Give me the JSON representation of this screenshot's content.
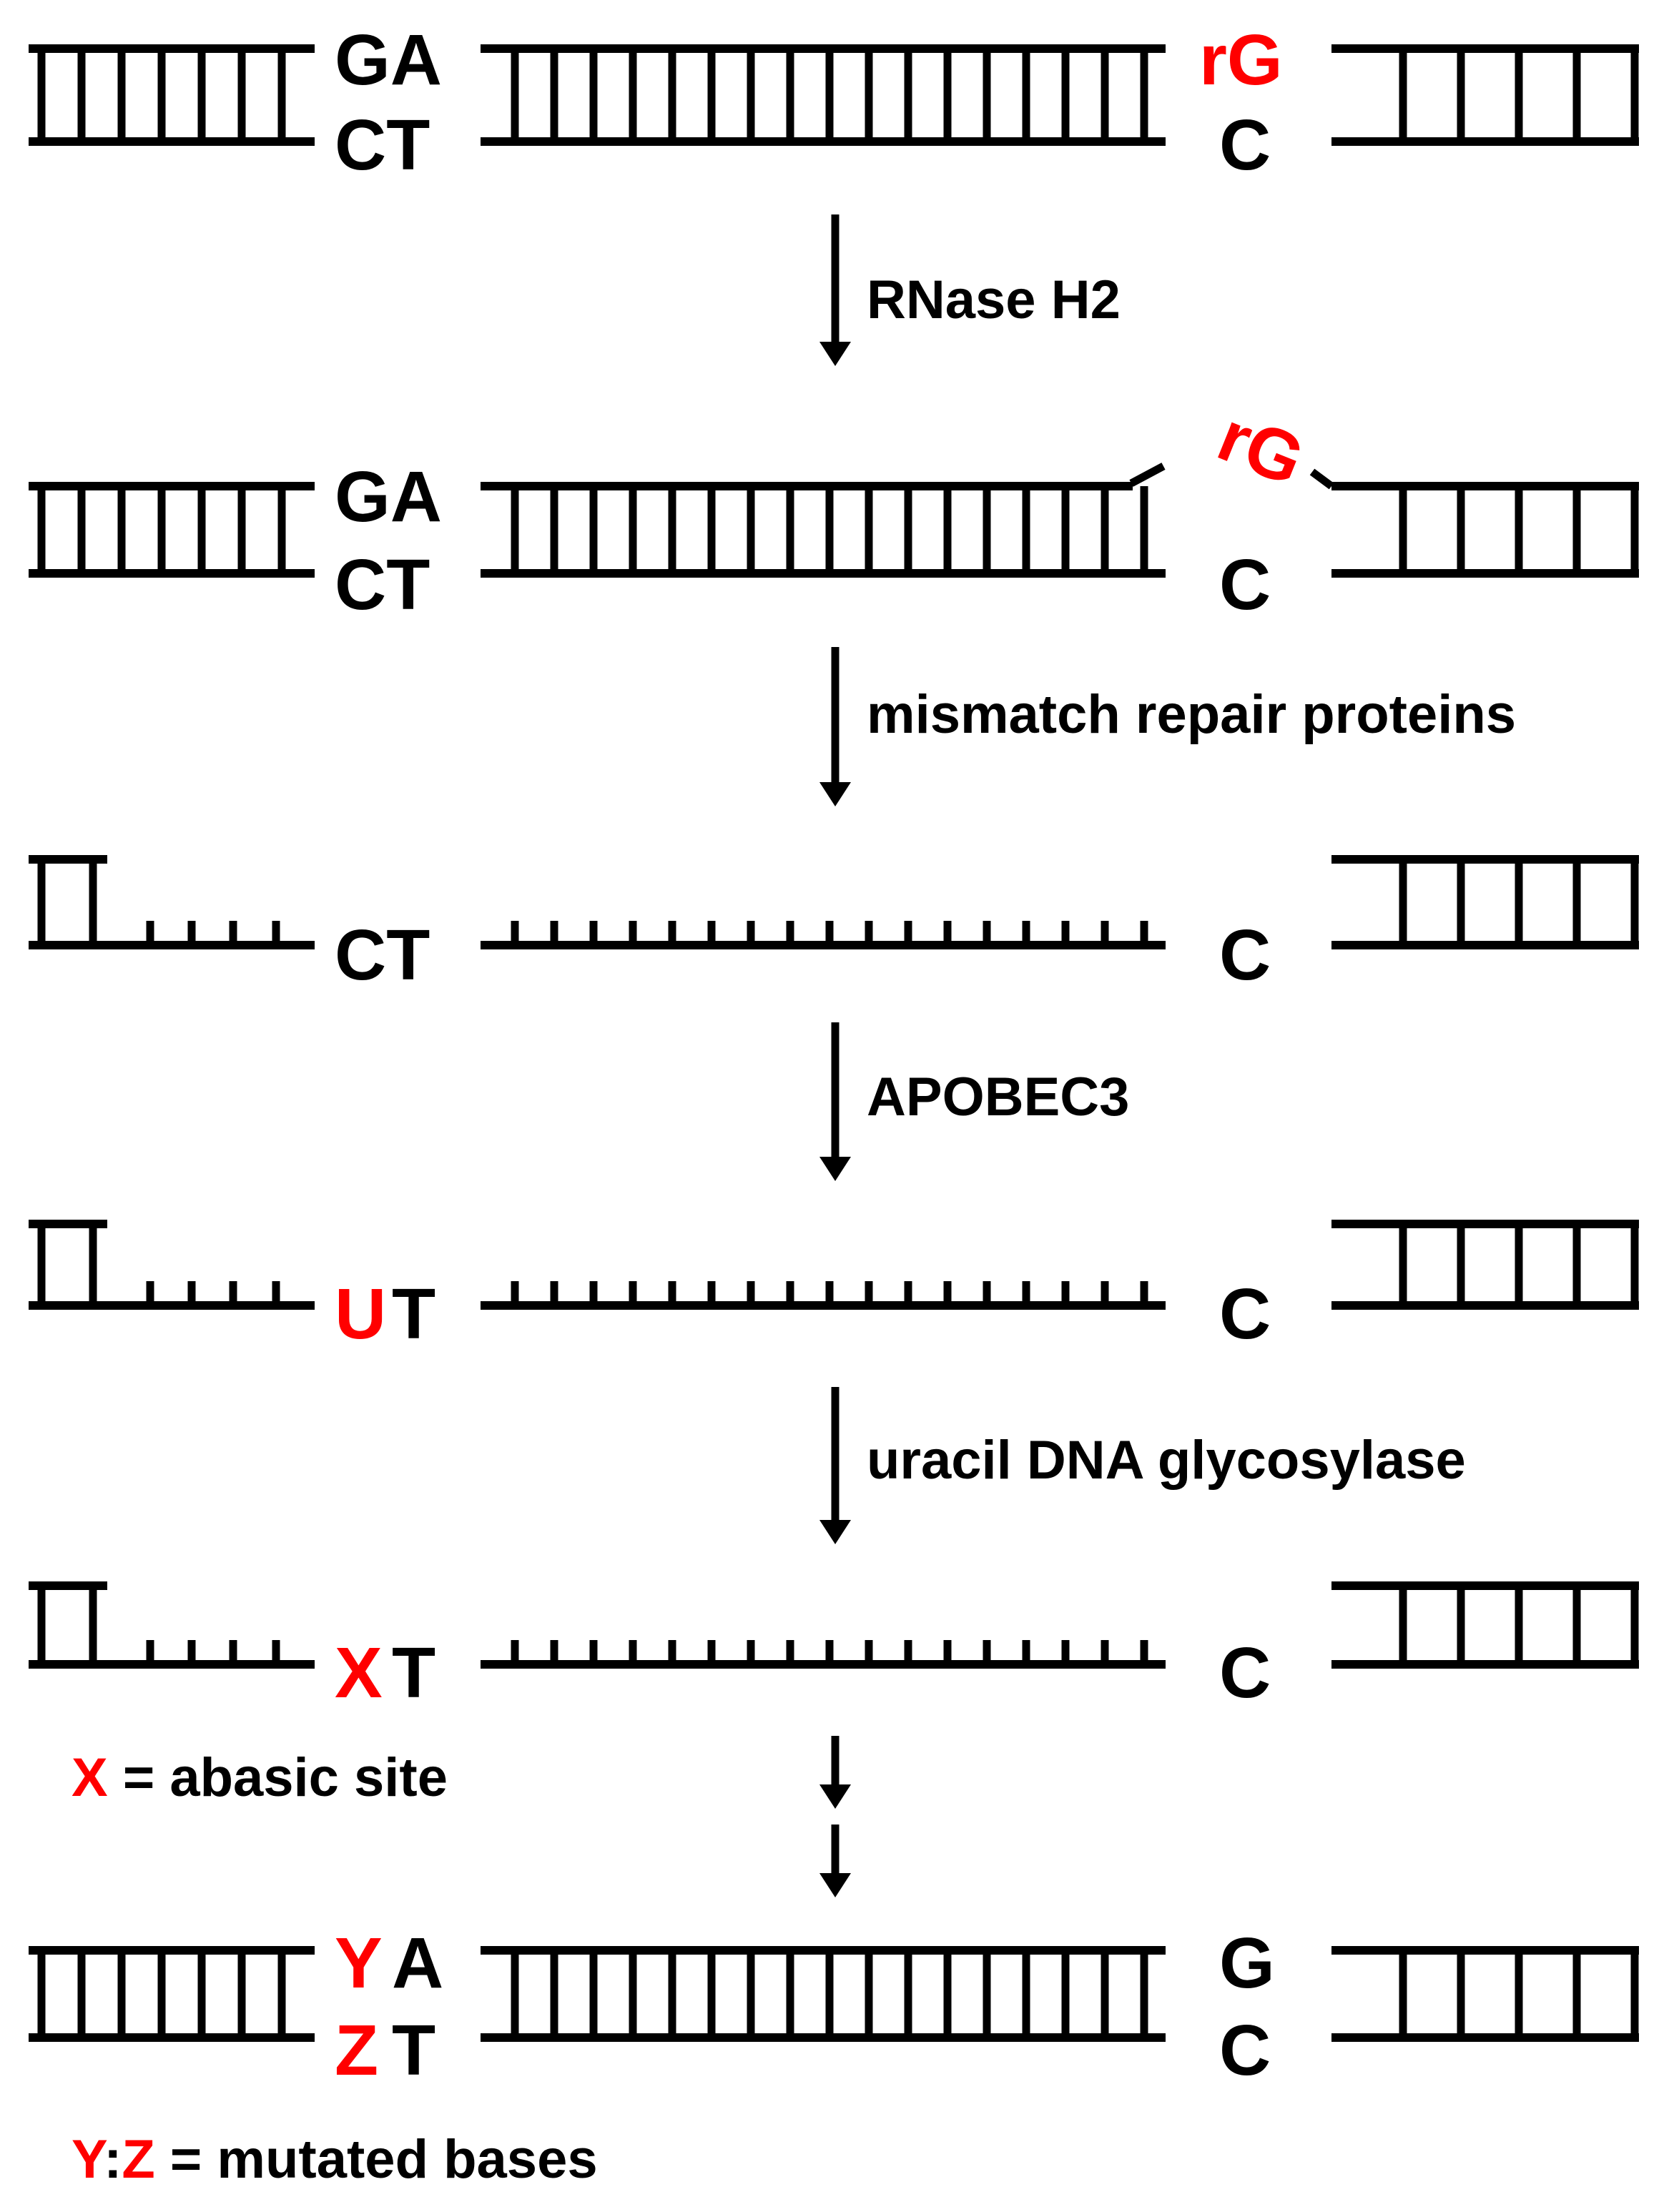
{
  "colors": {
    "ink": "#000000",
    "highlight": "#ff0000"
  },
  "stages": [
    {
      "id": "initial",
      "left_bases": [
        {
          "text": "GA",
          "strand": "top",
          "color": "ink"
        },
        {
          "text": "CT",
          "strand": "bottom",
          "color": "ink"
        }
      ],
      "right_bases": [
        {
          "text": "rG",
          "strand": "top",
          "color": "highlight"
        },
        {
          "text": "C",
          "strand": "bottom",
          "color": "ink"
        }
      ]
    },
    {
      "id": "nicked",
      "left_bases": [
        {
          "text": "GA",
          "strand": "top",
          "color": "ink"
        },
        {
          "text": "CT",
          "strand": "bottom",
          "color": "ink"
        }
      ],
      "right_bases": [
        {
          "text": "rG",
          "strand": "flap",
          "color": "highlight"
        },
        {
          "text": "C",
          "strand": "bottom",
          "color": "ink"
        }
      ]
    },
    {
      "id": "gapped",
      "left_bases": [
        {
          "text": "CT",
          "strand": "bottom",
          "color": "ink"
        }
      ],
      "right_bases": [
        {
          "text": "C",
          "strand": "bottom",
          "color": "ink"
        }
      ]
    },
    {
      "id": "deaminated",
      "left_bases": [
        {
          "text": "U",
          "strand": "bottom",
          "color": "highlight"
        },
        {
          "text": "T",
          "strand": "bottom-second",
          "color": "ink"
        }
      ],
      "right_bases": [
        {
          "text": "C",
          "strand": "bottom",
          "color": "ink"
        }
      ]
    },
    {
      "id": "abasic",
      "left_bases": [
        {
          "text": "X",
          "strand": "bottom",
          "color": "highlight"
        },
        {
          "text": "T",
          "strand": "bottom-second",
          "color": "ink"
        }
      ],
      "right_bases": [
        {
          "text": "C",
          "strand": "bottom",
          "color": "ink"
        }
      ],
      "note": [
        {
          "text": "X",
          "color": "highlight"
        },
        {
          "text": " = abasic site",
          "color": "ink"
        }
      ]
    },
    {
      "id": "mutated",
      "left_bases": [
        {
          "text": "Y",
          "strand": "top",
          "color": "highlight"
        },
        {
          "text": "A",
          "strand": "top-second",
          "color": "ink"
        },
        {
          "text": "Z",
          "strand": "bottom",
          "color": "highlight"
        },
        {
          "text": "T",
          "strand": "bottom-second",
          "color": "ink"
        }
      ],
      "right_bases": [
        {
          "text": "G",
          "strand": "top",
          "color": "ink"
        },
        {
          "text": "C",
          "strand": "bottom",
          "color": "ink"
        }
      ],
      "note": [
        {
          "text": "Y",
          "color": "highlight"
        },
        {
          "text": ":",
          "color": "ink"
        },
        {
          "text": "Z",
          "color": "highlight"
        },
        {
          "text": " = mutated bases",
          "color": "ink"
        }
      ]
    }
  ],
  "steps": [
    {
      "label": "RNase H2"
    },
    {
      "label": "mismatch repair proteins"
    },
    {
      "label": "APOBEC3"
    },
    {
      "label": "uracil DNA glycosylase"
    },
    {
      "label": ""
    },
    {
      "label": ""
    }
  ]
}
